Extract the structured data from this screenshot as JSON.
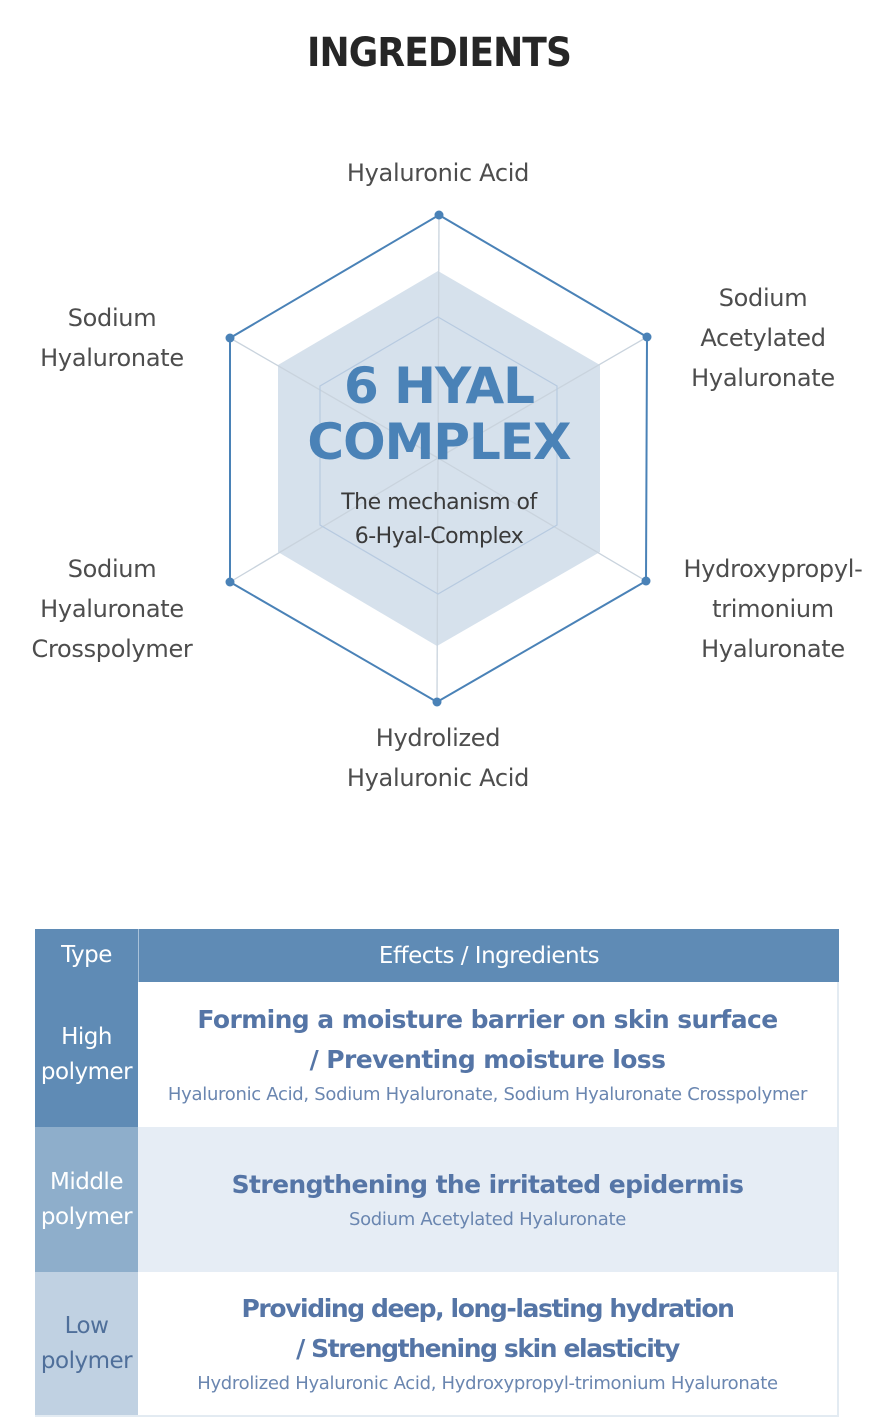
{
  "page_title": "INGREDIENTS",
  "diagram": {
    "center_title_line1": "6 HYAL",
    "center_title_line2": "COMPLEX",
    "center_subtitle_line1": "The mechanism of",
    "center_subtitle_line2": "6-Hyal-Complex",
    "colors": {
      "outline": "#4a82b7",
      "fill": "#d6e1ec",
      "spokes": "#c9d3dd",
      "center_title": "#4a82b7"
    },
    "labels": {
      "top": [
        "Hyaluronic Acid"
      ],
      "upper_right": [
        "Sodium",
        "Acetylated",
        "Hyaluronate"
      ],
      "lower_right": [
        "Hydroxypropyl-",
        "trimonium",
        "Hyaluronate"
      ],
      "bottom": [
        "Hydrolized",
        "Hyaluronic Acid"
      ],
      "lower_left": [
        "Sodium",
        "Hyaluronate",
        "Crosspolymer"
      ],
      "upper_left": [
        "Sodium",
        "Hyaluronate"
      ]
    }
  },
  "table": {
    "headers": {
      "type": "Type",
      "effects": "Effects / Ingredients"
    },
    "rows": [
      {
        "type_line1": "High",
        "type_line2": "polymer",
        "effect_line1": "Forming a moisture barrier on skin surface",
        "effect_line2": "/ Preventing moisture loss",
        "ingredients": "Hyaluronic Acid, Sodium Hyaluronate, Sodium Hyaluronate Crosspolymer"
      },
      {
        "type_line1": "Middle",
        "type_line2": "polymer",
        "effect_line1": "Strengthening the irritated epidermis",
        "ingredients": "Sodium Acetylated Hyaluronate"
      },
      {
        "type_line1": "Low",
        "type_line2": "polymer",
        "effect_line1": "Providing deep, long-lasting hydration",
        "effect_line2": "/ Strengthening skin elasticity",
        "ingredients": "Hydrolized Hyaluronic Acid, Hydroxypropyl-trimonium Hyaluronate"
      }
    ],
    "colors": {
      "header_bg": "#5f8bb5",
      "high_type_bg": "#5f8bb5",
      "middle_type_bg": "#8eaecb",
      "low_type_bg": "#c0d1e2",
      "middle_row_bg": "#e6edf5",
      "effect_text": "#5575a6"
    }
  }
}
